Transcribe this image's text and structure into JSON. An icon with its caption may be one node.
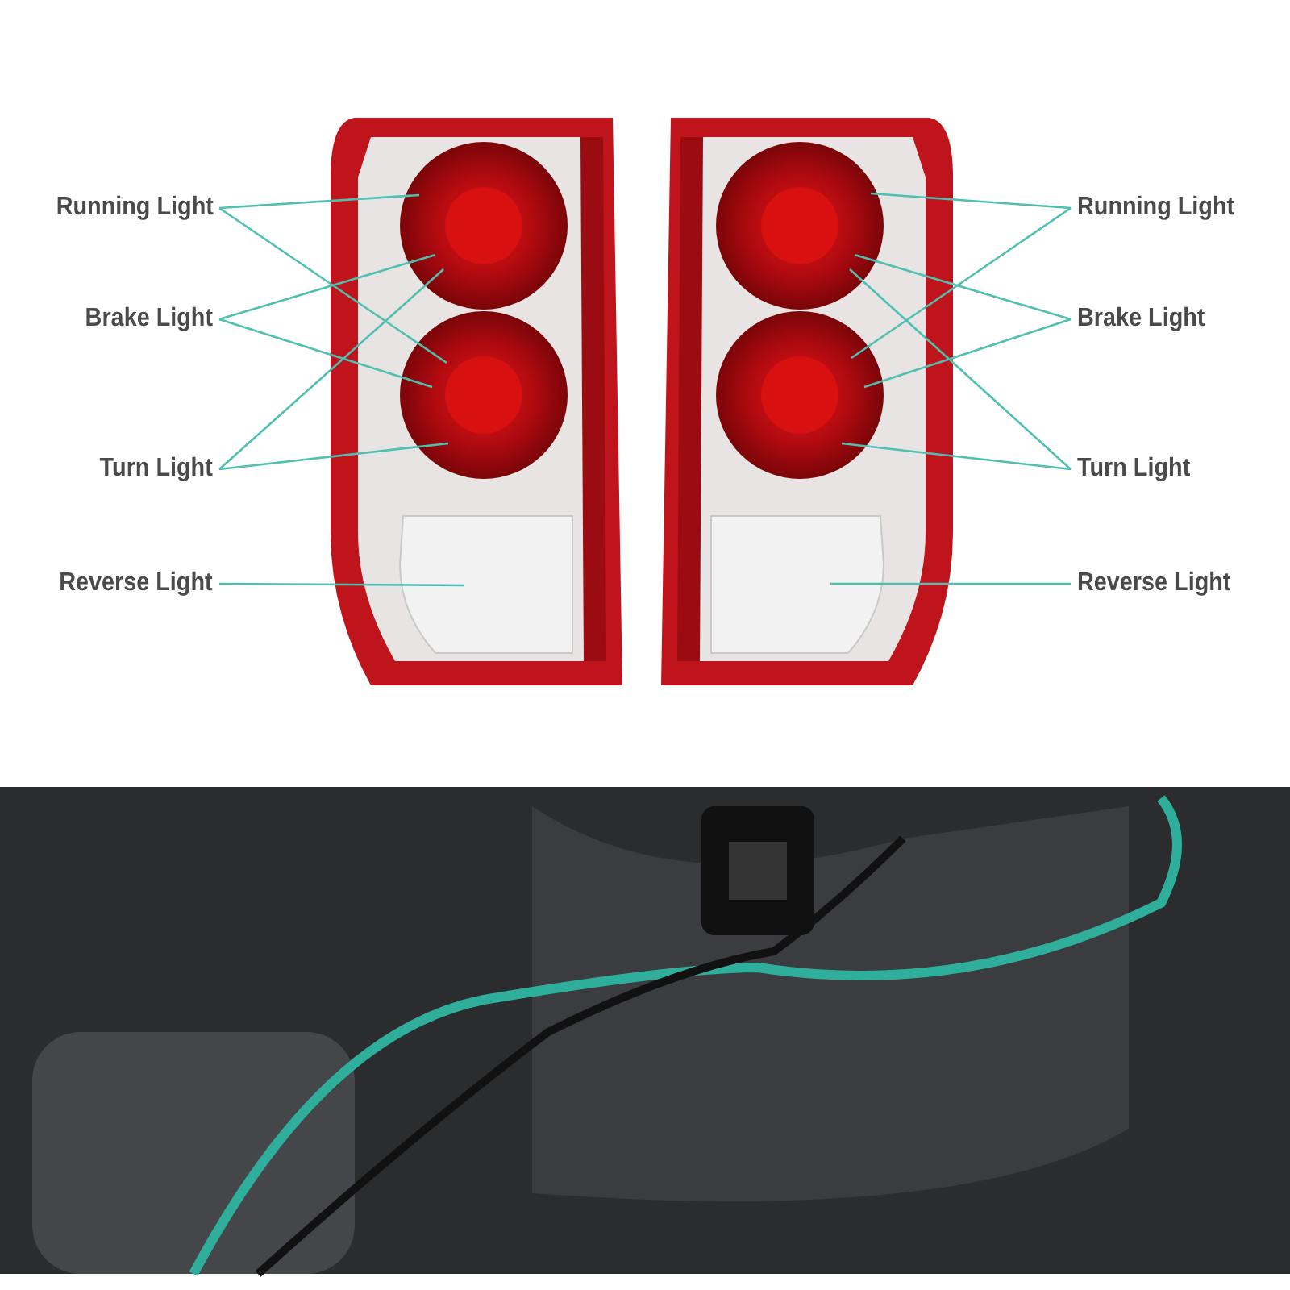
{
  "diagram": {
    "nodes": [
      {
        "text": [
          "Running Light"
        ]
      },
      {
        "text": [
          "Running Light"
        ]
      },
      {
        "text": [
          "Brake Light"
        ]
      },
      {
        "text": [
          "Brake Light"
        ]
      },
      {
        "text": [
          "Turn Light"
        ]
      },
      {
        "text": [
          "Turn Light"
        ]
      },
      {
        "text": [
          "Reverse Light"
        ]
      },
      {
        "text": [
          "Reverse Light"
        ]
      }
    ],
    "edges": [
      {
        "from": 0,
        "to": null,
        "arrow": "none"
      },
      {
        "from": 0,
        "to": null,
        "arrow": "none"
      },
      {
        "from": 1,
        "to": null,
        "arrow": "none"
      },
      {
        "from": 1,
        "to": null,
        "arrow": "none"
      },
      {
        "from": 2,
        "to": null,
        "arrow": "none"
      },
      {
        "from": 2,
        "to": null,
        "arrow": "none"
      },
      {
        "from": 3,
        "to": null,
        "arrow": "none"
      },
      {
        "from": 3,
        "to": null,
        "arrow": "none"
      },
      {
        "from": 4,
        "to": null,
        "arrow": "none"
      },
      {
        "from": 4,
        "to": null,
        "arrow": "none"
      },
      {
        "from": 5,
        "to": null,
        "arrow": "none"
      },
      {
        "from": 5,
        "to": null,
        "arrow": "none"
      },
      {
        "from": 6,
        "to": null,
        "arrow": "none"
      },
      {
        "from": 7,
        "to": null,
        "arrow": "none"
      }
    ]
  }
}
